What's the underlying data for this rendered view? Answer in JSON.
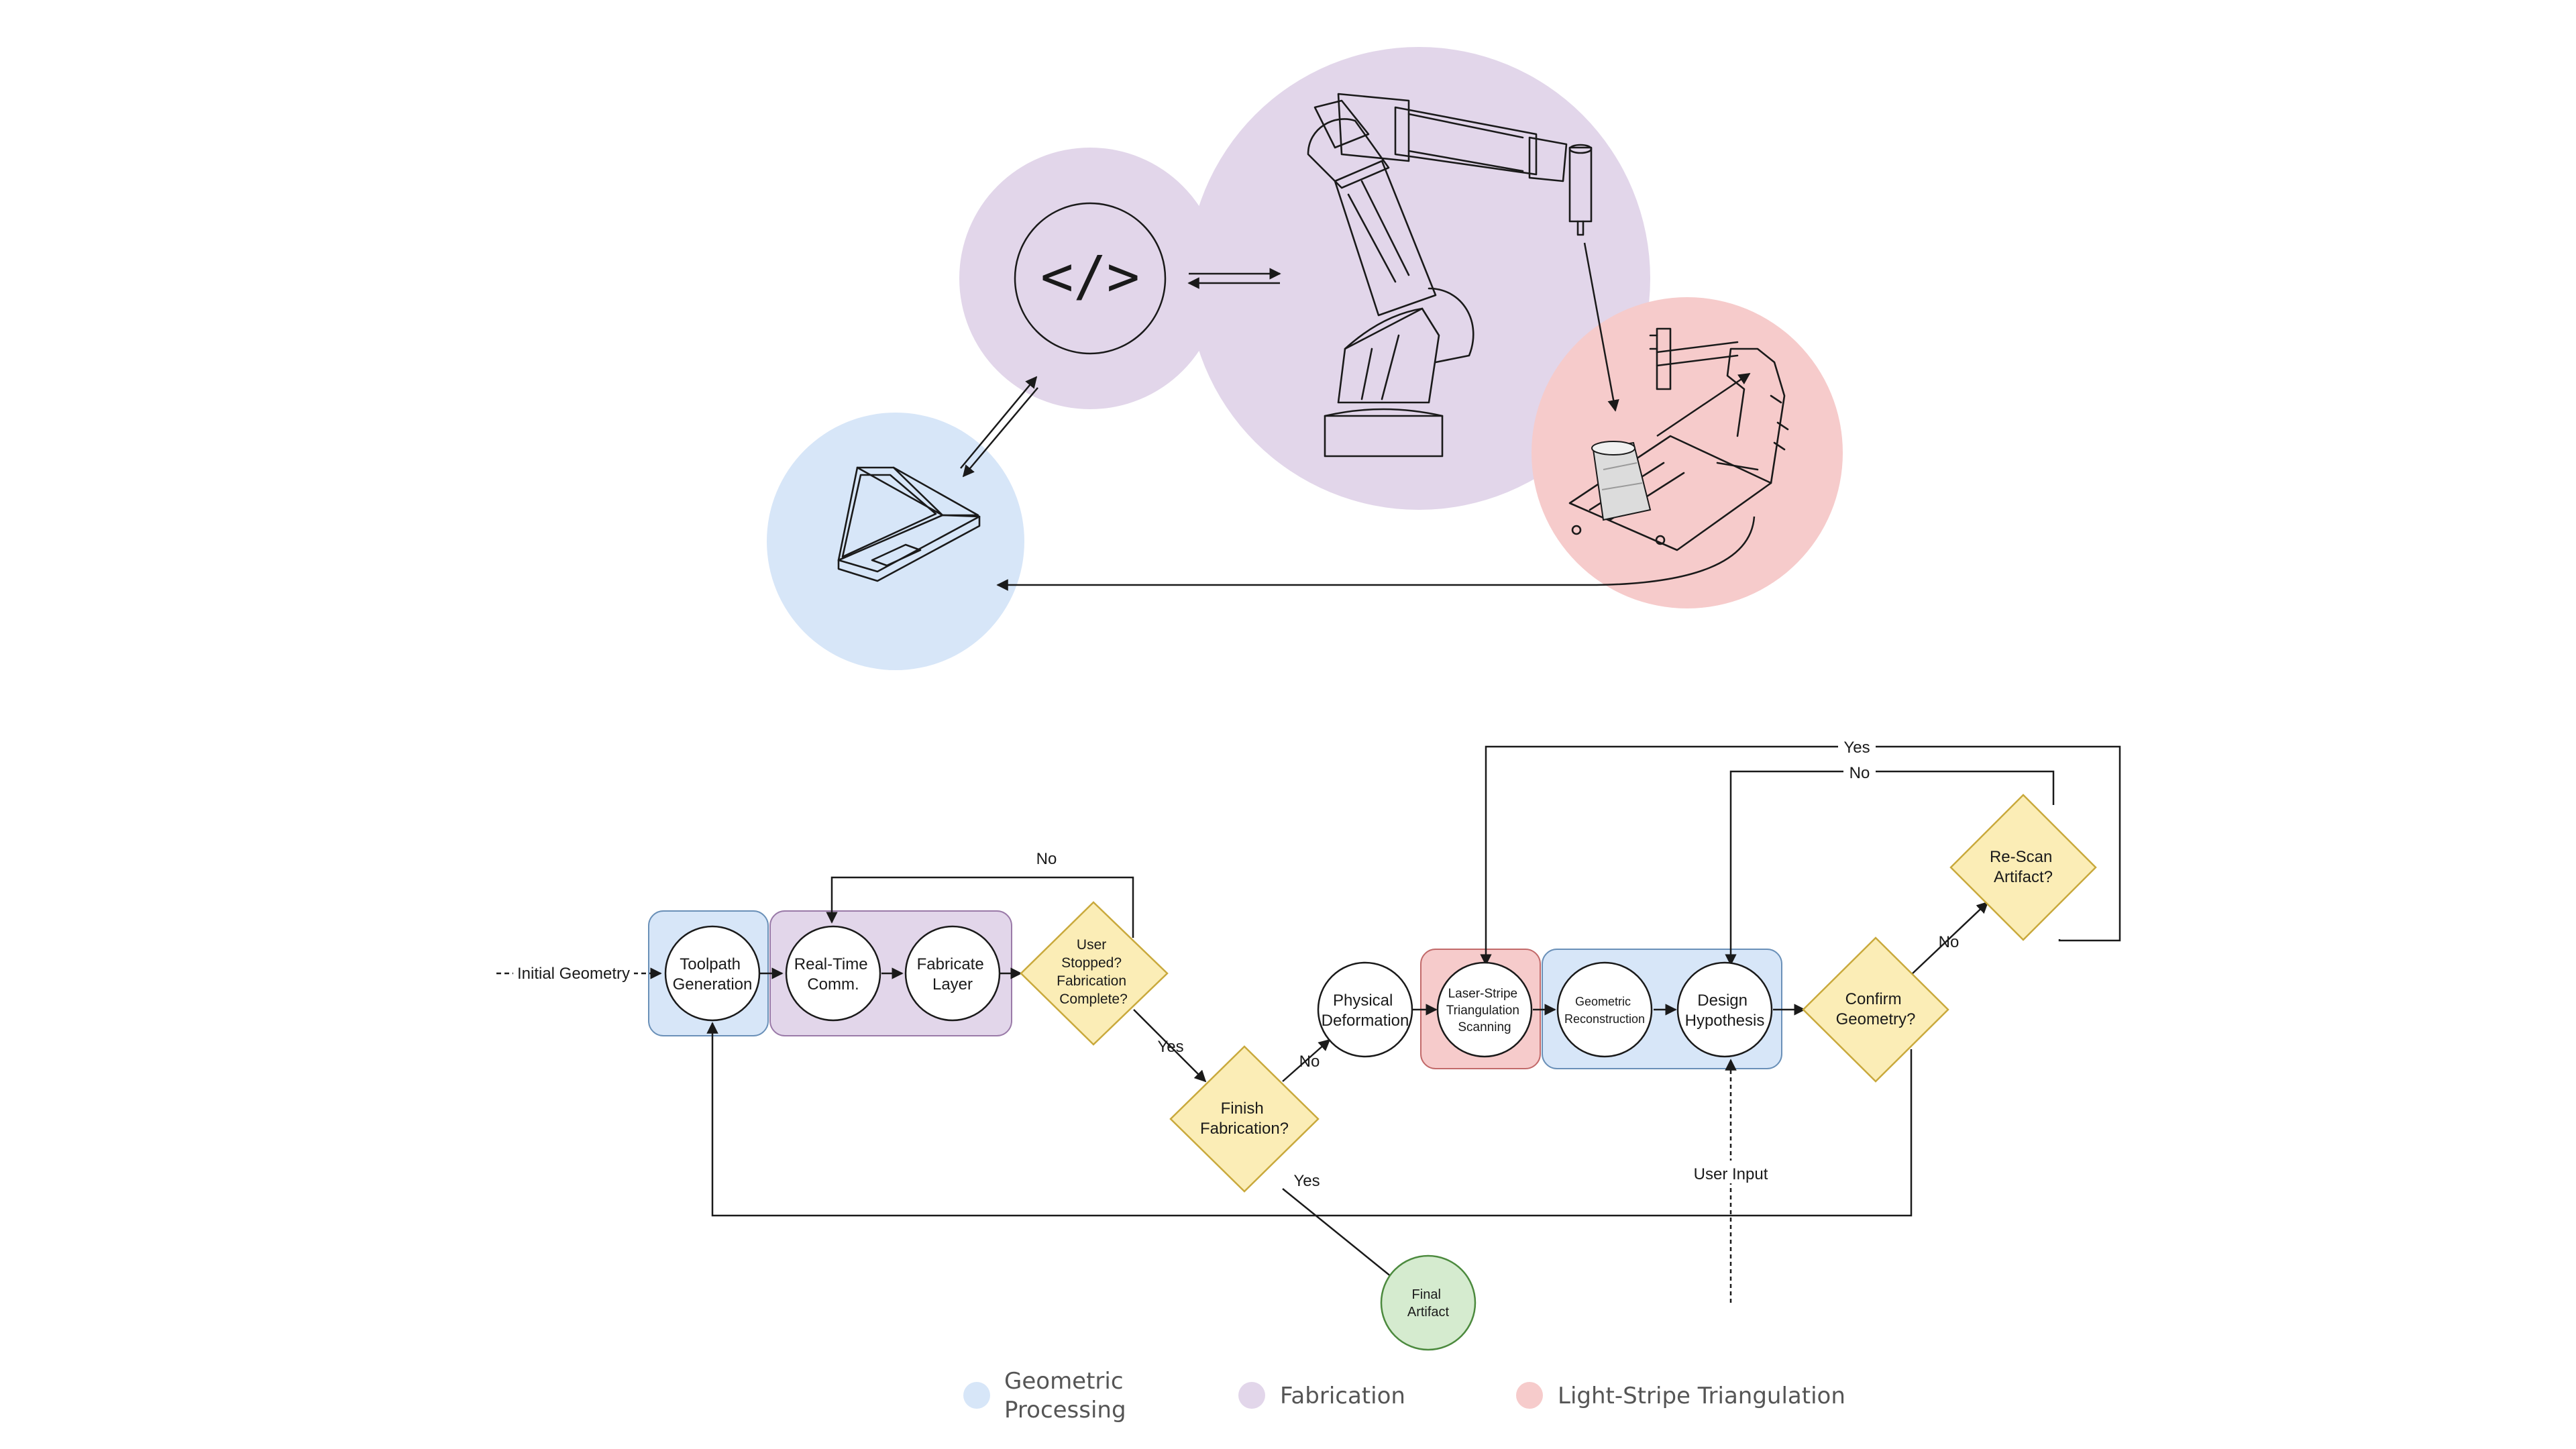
{
  "colors": {
    "geometric": "#d7e6f8",
    "fabrication": "#e2d6ea",
    "triangulation": "#f6cbcb",
    "decision": "#fbedb6",
    "artifact": "#d5ebcf",
    "line": "#1a1a1a",
    "legend_text": "#555555"
  },
  "icons": {
    "code": "code-tag-icon",
    "laptop": "laptop-icon",
    "robot": "robot-arm-icon",
    "scanner": "laser-scanner-icon"
  },
  "illustration": {
    "code_symbol": "</>"
  },
  "flow": {
    "input_initial": "Initial Geometry",
    "toolpath": [
      "Toolpath",
      "Generation"
    ],
    "realtime": [
      "Real-Time",
      "Comm."
    ],
    "fabricate": [
      "Fabricate",
      "Layer"
    ],
    "user_stopped": [
      "User",
      "Stopped?",
      "Fabrication",
      "Complete?"
    ],
    "finish": [
      "Finish",
      "Fabrication?"
    ],
    "physical": [
      "Physical",
      "Deformation"
    ],
    "laser": [
      "Laser-Stripe",
      "Triangulation",
      "Scanning"
    ],
    "georecon": [
      "Geometric",
      "Reconstruction"
    ],
    "design": [
      "Design",
      "Hypothesis"
    ],
    "confirm": [
      "Confirm",
      "Geometry?"
    ],
    "rescan": [
      "Re-Scan",
      "Artifact?"
    ],
    "final": [
      "Final",
      "Artifact"
    ],
    "user_input": "User Input",
    "edge_no_1": "No",
    "edge_yes_1": "Yes",
    "edge_no_2": "No",
    "edge_yes_2": "Yes",
    "edge_no_3": "No",
    "edge_no_top": "No",
    "edge_yes_top": "Yes"
  },
  "legend": {
    "geometric_1": "Geometric",
    "geometric_2": "Processing",
    "fabrication": "Fabrication",
    "triangulation": "Light-Stripe Triangulation"
  }
}
